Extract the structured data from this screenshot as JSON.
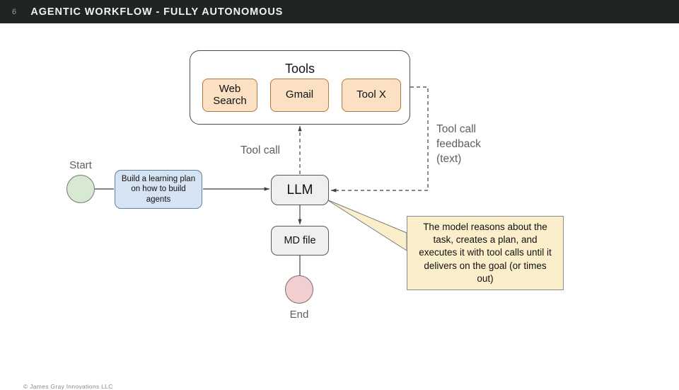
{
  "header": {
    "slide_number": "6",
    "title": "AGENTIC WORKFLOW - FULLY AUTONOMOUS",
    "bg_color": "#1f2522",
    "title_color": "#f2f2f2"
  },
  "diagram": {
    "tools": {
      "title": "Tools",
      "items": [
        {
          "label": "Web\nSearch"
        },
        {
          "label": "Gmail"
        },
        {
          "label": "Tool X"
        }
      ],
      "fill_color": "#fbe0c4",
      "border_color": "#b0763c"
    },
    "start": {
      "label": "Start",
      "fill_color": "#d7e8d3"
    },
    "prompt": {
      "text": "Build a learning plan on how to build agents",
      "fill_color": "#d5e3f2",
      "border_color": "#5d7ea6"
    },
    "llm": {
      "label": "LLM",
      "fill_color": "#efefef"
    },
    "output": {
      "label": "MD file",
      "fill_color": "#efefef"
    },
    "end": {
      "label": "End",
      "fill_color": "#f3ced1"
    },
    "edges": {
      "tool_call_label": "Tool call",
      "tool_feedback_label": "Tool call\nfeedback\n(text)"
    },
    "callout": {
      "text": "The model reasons about the task, creates a plan, and executes it with tool calls until it delivers on the goal (or times out)",
      "fill_color": "#faeecb",
      "border_color": "#8a8a8a"
    }
  },
  "footer": {
    "copyright": "© James Gray Innovations LLC"
  }
}
